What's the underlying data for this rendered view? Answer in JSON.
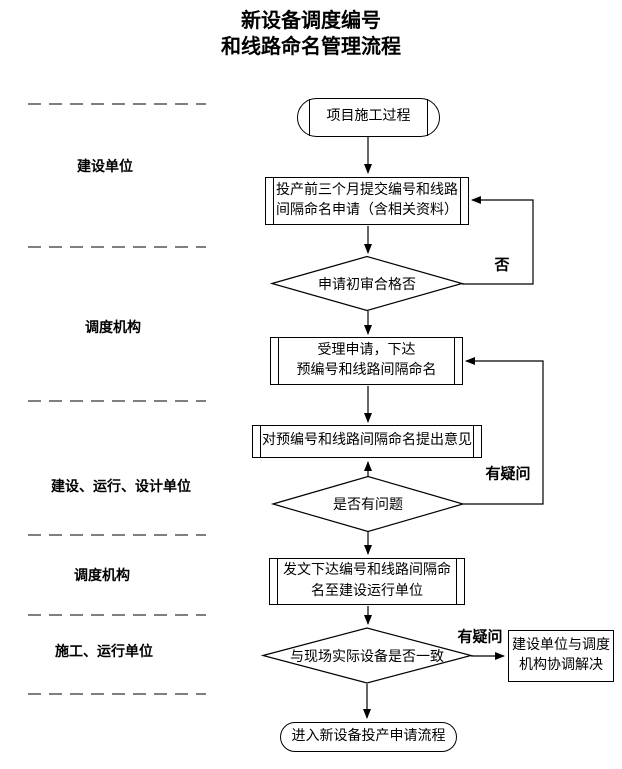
{
  "title": {
    "line1": "新设备调度编号",
    "line2": "和线路命名管理流程"
  },
  "lanes": {
    "labels": [
      {
        "text": "建设单位"
      },
      {
        "text": "调度机构"
      },
      {
        "text": "建设、运行、设计单位"
      },
      {
        "text": "调度机构"
      },
      {
        "text": "施工、运行单位"
      }
    ]
  },
  "nodes": {
    "start": {
      "label": "项目施工过程"
    },
    "submit": {
      "line1": "投产前三个月提交编号和线路",
      "line2": "间隔命名申请（含相关资料）"
    },
    "review_decision": {
      "label": "申请初审合格否"
    },
    "accept": {
      "line1": "受理申请，下达",
      "line2": "预编号和线路间隔命名"
    },
    "opinion": {
      "label": "对预编号和线路间隔命名提出意见"
    },
    "problem_decision": {
      "label": "是否有问题"
    },
    "issue": {
      "line1": "发文下达编号和线路间隔命",
      "line2": "名至建设运行单位"
    },
    "consistent_decision": {
      "label": "与现场实际设备是否一致"
    },
    "coordinate": {
      "line1": "建设单位与调度",
      "line2": "机构协调解决"
    },
    "end": {
      "label": "进入新设备投产申请流程"
    }
  },
  "edge_labels": {
    "no": "否",
    "doubt1": "有疑问",
    "doubt2": "有疑问"
  },
  "colors": {
    "line": "#000000",
    "dash": "#7f7f7f",
    "background": "#ffffff",
    "text": "#000000"
  }
}
